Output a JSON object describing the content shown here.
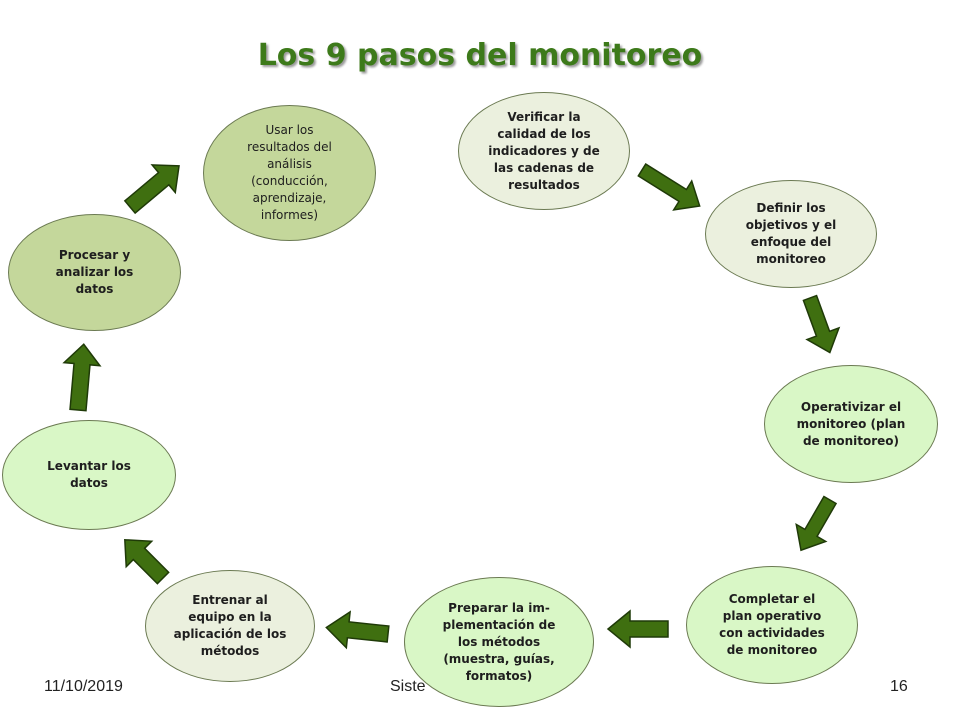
{
  "slide": {
    "title": "Los 9 pasos del monitoreo",
    "date": "11/10/2019",
    "center_footer": "Siste",
    "page_number": "16"
  },
  "steps": [
    {
      "label": "Verificar la\ncalidad de los\nindicadores y de\nlas cadenas de\nresultados"
    },
    {
      "label": "Definir los\nobjetivos y el\nenfoque del\nmonitoreo"
    },
    {
      "label": "Operativizar el\nmonitoreo (plan\nde monitoreo)"
    },
    {
      "label": "Completar el\nplan operativo\ncon actividades\nde monitoreo"
    },
    {
      "label": "Preparar la im-\nplementación de\nlos métodos\n(muestra, guías,\nformatos)"
    },
    {
      "label": "Entrenar al\nequipo en la\naplicación de los\nmétodos"
    },
    {
      "label": "Levantar los\ndatos"
    },
    {
      "label": "Procesar y\nanalizar los\ndatos"
    },
    {
      "label": "Usar los\nresultados del\nanálisis\n(conducción,\naprendizaje,\ninformes)"
    }
  ],
  "colors": {
    "title": "#3d7a1a",
    "arrow": "#3f6f10",
    "node_dark": "#c4d79b",
    "node_light": "#d9f7c6",
    "node_pale": "#ebf0de"
  }
}
